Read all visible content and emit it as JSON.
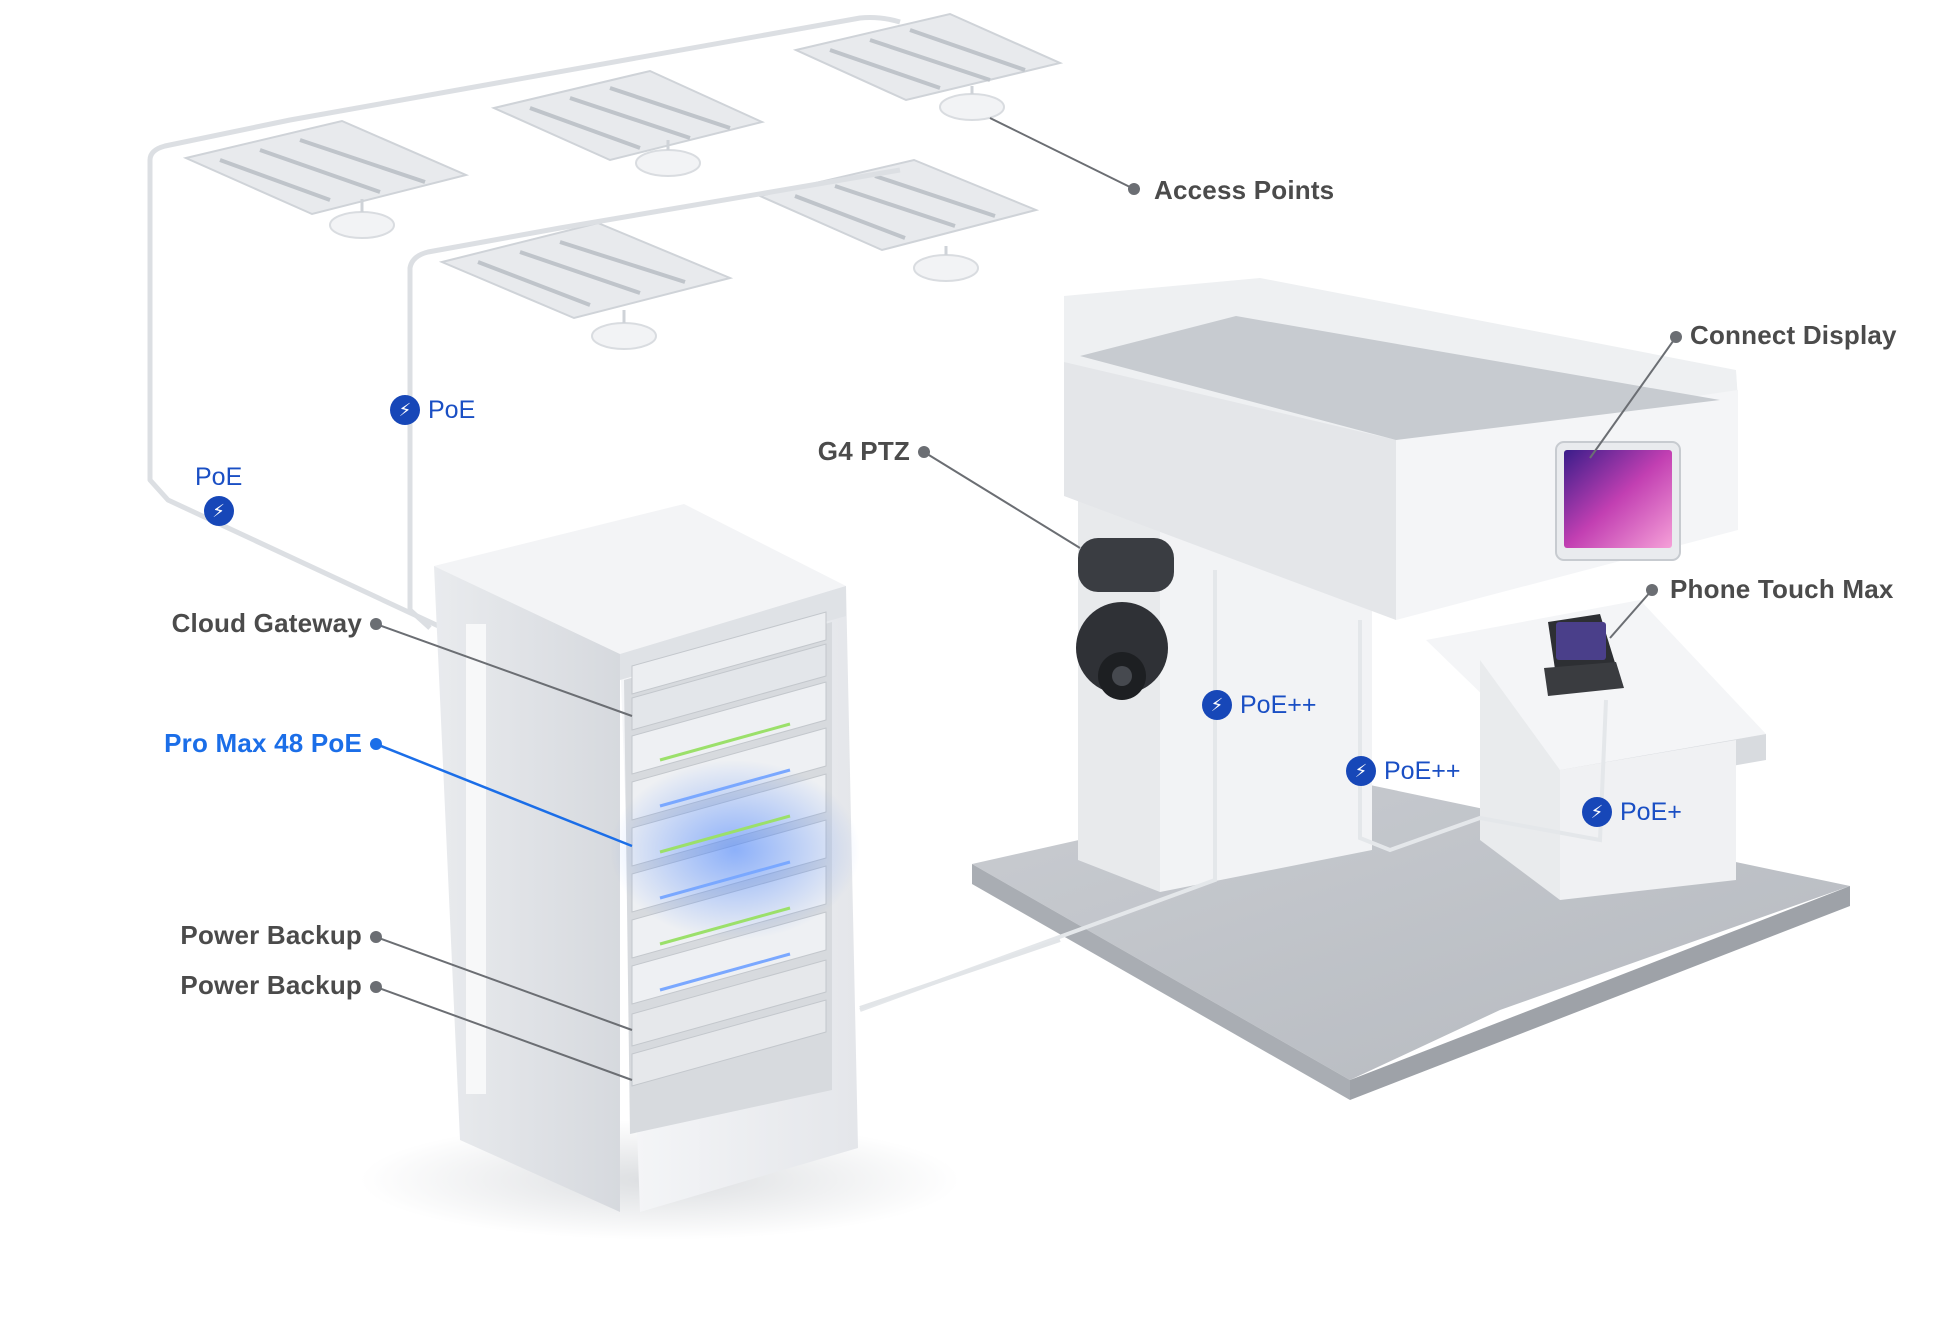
{
  "labels": {
    "access_points": "Access Points",
    "connect_display": "Connect Display",
    "g4_ptz": "G4 PTZ",
    "phone_touch_max": "Phone Touch Max",
    "cloud_gateway": "Cloud Gateway",
    "pro_max_48_poe": "Pro Max 48 PoE",
    "power_backup_1": "Power Backup",
    "power_backup_2": "Power Backup"
  },
  "poe_tags": {
    "left_cable": "PoE",
    "mid_cable": "PoE",
    "camera_cable": "PoE++",
    "display_cable": "PoE++",
    "phone_cable": "PoE+"
  },
  "icons": {
    "poe": "lightning-bolt-icon"
  },
  "colors": {
    "accent": "#1b6ee8",
    "poe_badge": "#1747b8",
    "label": "#4b4b4b"
  }
}
